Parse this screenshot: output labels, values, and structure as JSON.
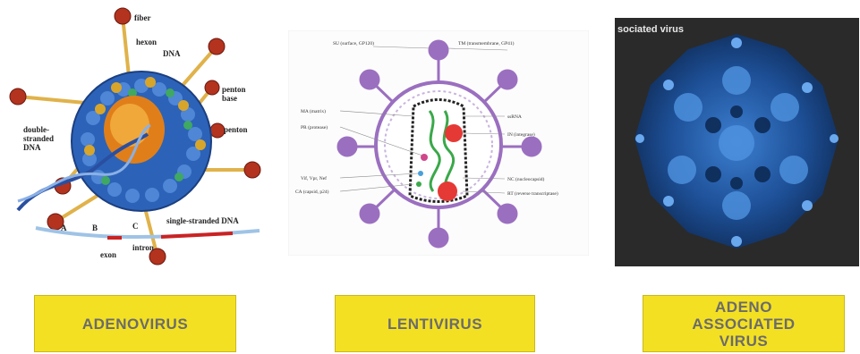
{
  "panels": [
    {
      "title": "ADENOVIRUS",
      "labels": {
        "fiber": "fiber",
        "hexon": "hexon",
        "dna": "DNA",
        "penton_base_1": "penton",
        "penton_base_2": "base",
        "penton": "penton",
        "ds_dna_1": "double-",
        "ds_dna_2": "stranded",
        "ds_dna_3": "DNA",
        "ss_dna": "single-stranded DNA",
        "a": "A",
        "b": "B",
        "c": "C",
        "intron": "intron",
        "exon": "exon"
      }
    },
    {
      "title": "LENTIVIRUS",
      "labels": {
        "su": "SU (surface, GP120)",
        "tm": "TM (transmembrane, GP41)",
        "ma": "MA (matrix)",
        "pr": "PR (protease)",
        "rna": "ssRNA",
        "in": "IN (integrase)",
        "vif": "Vif, Vpr, Nef",
        "nc": "NC (nucleocapsid)",
        "ca": "CA (capsid, p24)",
        "rt": "RT (reverse transcriptase)"
      }
    },
    {
      "title_line1": "ADENO",
      "title_line2": "ASSOCIATED",
      "title_line3": "VIRUS",
      "image_caption": "sociated virus"
    }
  ],
  "colors": {
    "label_box": "#f3e023",
    "label_text": "#6b6b6b",
    "lenti_purple": "#9b6fc0",
    "aav_blue": "#1f5fa8"
  }
}
